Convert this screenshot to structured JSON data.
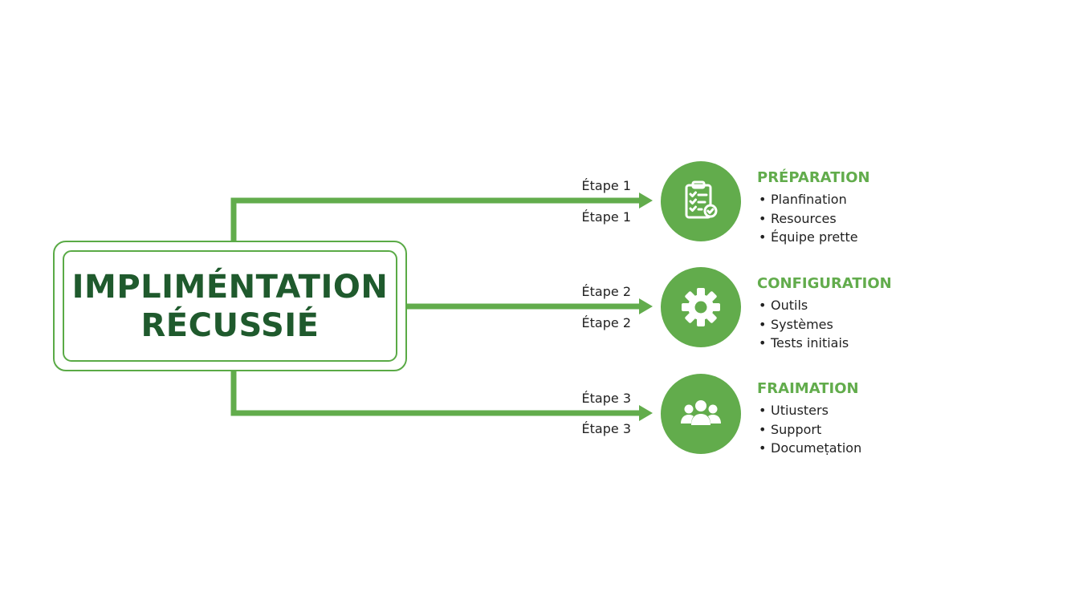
{
  "main_box": {
    "title_line_1": "IMPLIMÉNTATION",
    "title_line_2": "RÉCUSSIÉ"
  },
  "colors": {
    "accent_green": "#62ac4c",
    "title_dark_green": "#1f5a2d",
    "text": "#222222"
  },
  "steps": [
    {
      "label_above": "Étape 1",
      "label_below": "Étape 1",
      "icon": "clipboard-checklist-icon",
      "title": "PRÉPARATION",
      "items": [
        "Planfination",
        "Resources",
        "Équipe prette"
      ]
    },
    {
      "label_above": "Étape 2",
      "label_below": "Étape 2",
      "icon": "gear-icon",
      "title": "CONFIGURATION",
      "items": [
        "Outils",
        "Systèmes",
        "Tests initiais"
      ]
    },
    {
      "label_above": "Étape 3",
      "label_below": "Étape 3",
      "icon": "users-group-icon",
      "title": "FRAIMATION",
      "items": [
        "Utiusters",
        "Support",
        "Documeṭation"
      ]
    }
  ]
}
